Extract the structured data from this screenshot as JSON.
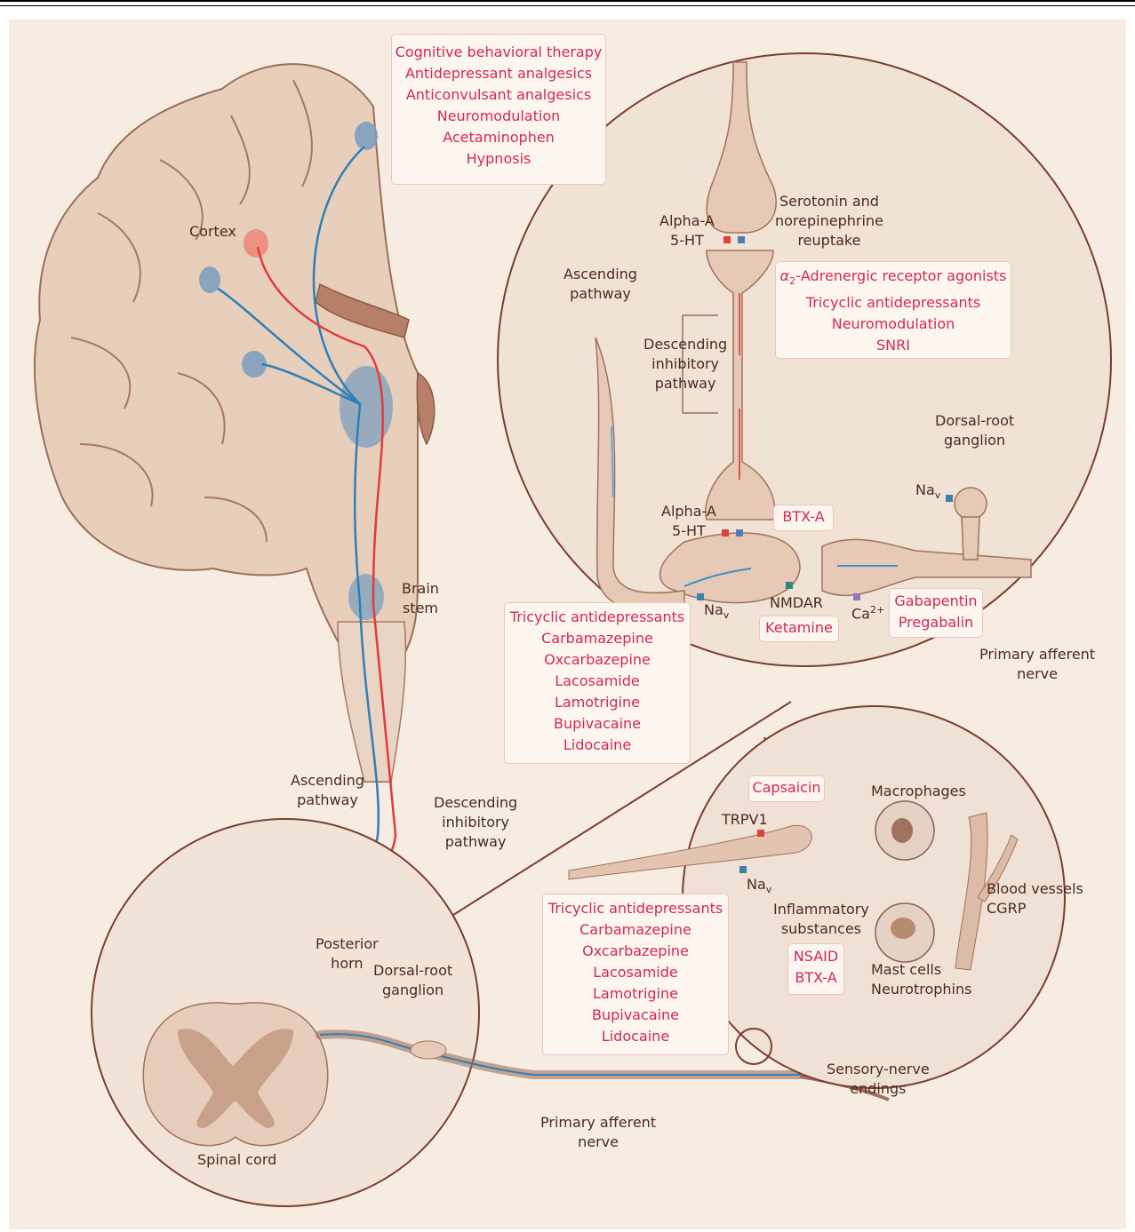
{
  "colors": {
    "background": "#f6ece2",
    "tissue": "#e7cfbd",
    "outline": "#8a5a44",
    "ascending": "#2f7fb8",
    "descending": "#e23b3b",
    "drug_text": "#d3285a",
    "label_text": "#4a2b1d"
  },
  "labels": {
    "cortex": "Cortex",
    "brain_stem": [
      "Brain",
      "stem"
    ],
    "ascending_main": [
      "Ascending",
      "pathway"
    ],
    "descending_main": [
      "Descending",
      "inhibitory",
      "pathway"
    ],
    "posterior_horn": [
      "Posterior",
      "horn"
    ],
    "drg_bottom": [
      "Dorsal-root",
      "ganglion"
    ],
    "spinal_cord": "Spinal cord",
    "primary_afferent_bottom": [
      "Primary afferent",
      "nerve"
    ],
    "sensory_endings": [
      "Sensory-nerve",
      "endings"
    ],
    "serotonin_reuptake": [
      "Serotonin and",
      "norepinephrine",
      "reuptake"
    ],
    "alpha_top": [
      "Alpha-A",
      "5-HT"
    ],
    "alpha_bottom": [
      "Alpha-A",
      "5-HT"
    ],
    "ascending_zoom": [
      "Ascending",
      "pathway"
    ],
    "descending_zoom": [
      "Descending",
      "inhibitory",
      "pathway"
    ],
    "drg_zoom": [
      "Dorsal-root",
      "ganglion"
    ],
    "nav_zoom_right": "Na",
    "nav_zoom_left": "Na",
    "nav_sub": "v",
    "nmdar": "NMDAR",
    "ca": "Ca",
    "ca_sup": "2+",
    "primary_afferent_zoom": [
      "Primary afferent",
      "nerve"
    ],
    "trpv1": "TRPV1",
    "nav_periph": "Na",
    "macrophages": "Macrophages",
    "inflammatory": [
      "Inflammatory",
      "substances"
    ],
    "blood_vessels": [
      "Blood vessels",
      "CGRP"
    ],
    "mast_cells": [
      "Mast cells",
      "Neurotrophins"
    ]
  },
  "drug_boxes": {
    "cortex_box": [
      "Cognitive behavioral therapy",
      "Antidepressant analgesics",
      "Anticonvulsant analgesics",
      "Neuromodulation",
      "Acetaminophen",
      "Hypnosis"
    ],
    "alpha2_prefix": "α",
    "alpha2_sub": "2",
    "alpha2_rest": "-Adrenergic receptor agonists",
    "alpha2_box_rest": [
      "Tricyclic antidepressants",
      "Neuromodulation",
      "SNRI"
    ],
    "btx": "BTX-A",
    "ketamine": "Ketamine",
    "gabapentin_box": [
      "Gabapentin",
      "Pregabalin"
    ],
    "sodium_box_upper": [
      "Tricyclic antidepressants",
      "Carbamazepine",
      "Oxcarbazepine",
      "Lacosamide",
      "Lamotrigine",
      "Bupivacaine",
      "Lidocaine"
    ],
    "capsaicin": "Capsaicin",
    "sodium_box_lower": [
      "Tricyclic antidepressants",
      "Carbamazepine",
      "Oxcarbazepine",
      "Lacosamide",
      "Lamotrigine",
      "Bupivacaine",
      "Lidocaine"
    ],
    "nsaid_box": [
      "NSAID",
      "BTX-A"
    ]
  }
}
